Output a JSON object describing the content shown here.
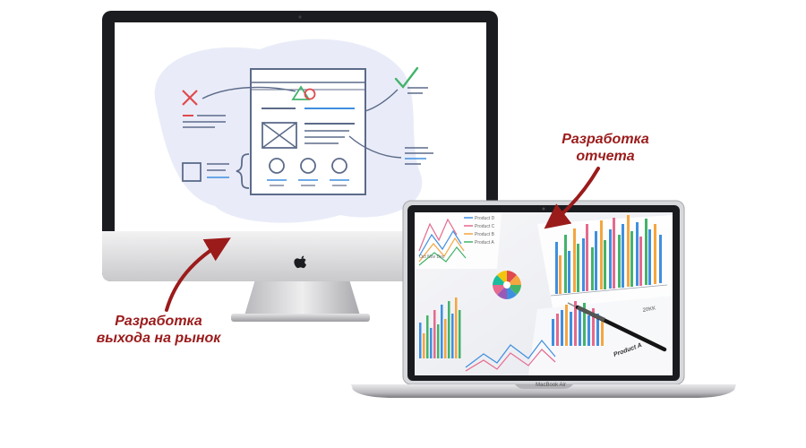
{
  "captions": {
    "market": [
      "Разработка",
      "выхода на рынок"
    ],
    "report": [
      "Разработка",
      "отчета"
    ]
  },
  "laptop": {
    "brand": "MacBook Air",
    "legend": [
      "Product D",
      "Product C",
      "Product B",
      "Product A"
    ],
    "axis_months": "Oct  Nov  Dec",
    "product_label": "Product A",
    "stamp": "20KK"
  },
  "colors": {
    "caption": "#9b1b1b",
    "arrow": "#9b1b1b",
    "wire_lines": "#5c6b8a",
    "wire_blue": "#3f8fe0",
    "wire_red": "#e0494d",
    "wire_green": "#43b36a",
    "blob": "#e9ecf8"
  },
  "icons": [
    "apple-logo-icon",
    "cross-icon",
    "check-icon",
    "triangle-icon",
    "circle-icon",
    "image-placeholder-icon",
    "checkbox-icon",
    "brace-icon"
  ]
}
